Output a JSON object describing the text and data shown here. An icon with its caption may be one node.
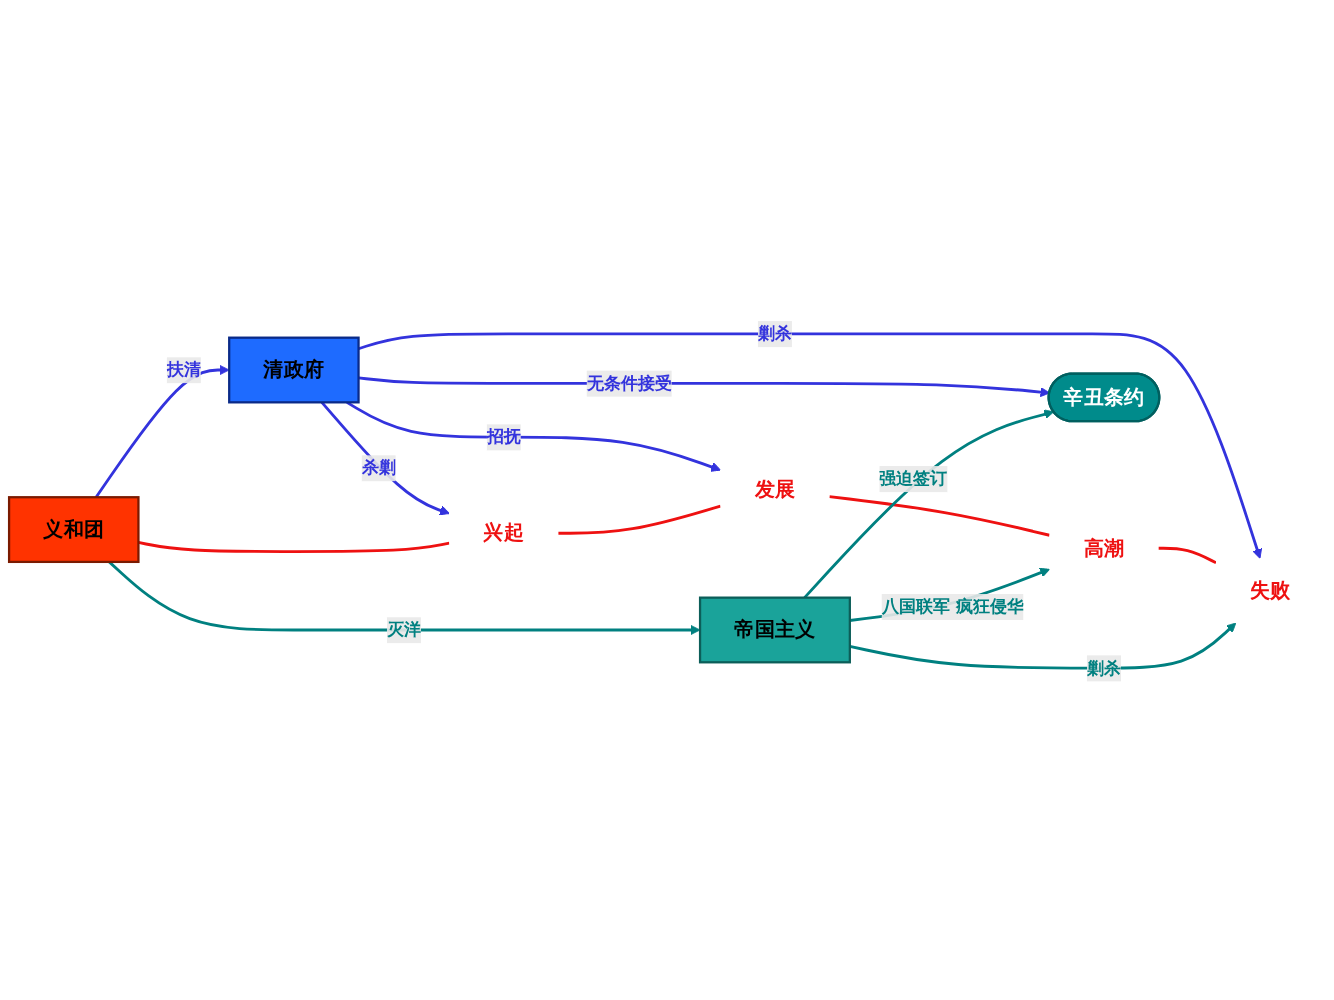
{
  "diagram": {
    "nodes": [
      {
        "text": [
          "清政府"
        ]
      },
      {
        "text": [
          "义和团"
        ]
      },
      {
        "text": [
          "兴起"
        ]
      },
      {
        "text": [
          "发展"
        ]
      },
      {
        "text": [
          "高潮"
        ]
      },
      {
        "text": [
          "失败"
        ]
      },
      {
        "text": [
          "辛丑条约"
        ]
      },
      {
        "text": [
          "帝国主义"
        ]
      }
    ],
    "edges": [
      {
        "from": 1,
        "to": 0,
        "arrow": "to",
        "label": "扶清",
        "color": "#3333dd"
      },
      {
        "from": 0,
        "to": 2,
        "arrow": "to",
        "label": "杀剿",
        "color": "#3333dd"
      },
      {
        "from": 0,
        "to": 3,
        "arrow": "to",
        "label": "招抚",
        "color": "#3333dd"
      },
      {
        "from": 0,
        "to": 5,
        "arrow": "to",
        "label": "剿杀",
        "color": "#3333dd"
      },
      {
        "from": 0,
        "to": 6,
        "arrow": "to",
        "label": "无条件接受",
        "color": "#3333dd"
      },
      {
        "from": 1,
        "to": 2,
        "arrow": "none",
        "color": "#ee1111"
      },
      {
        "from": 2,
        "to": 3,
        "arrow": "none",
        "color": "#ee1111"
      },
      {
        "from": 3,
        "to": 4,
        "arrow": "none",
        "color": "#ee1111"
      },
      {
        "from": 4,
        "to": 5,
        "arrow": "none",
        "color": "#ee1111"
      },
      {
        "from": 1,
        "to": 7,
        "arrow": "to",
        "label": "灭洋",
        "color": "#008080"
      },
      {
        "from": 7,
        "to": 4,
        "arrow": "to",
        "label": "八国联军 疯狂侵华",
        "color": "#008080"
      },
      {
        "from": 7,
        "to": 5,
        "arrow": "to",
        "label": "剿杀",
        "color": "#008080"
      },
      {
        "from": 7,
        "to": 6,
        "arrow": "to",
        "label": "强迫签订",
        "color": "#008080"
      }
    ]
  }
}
